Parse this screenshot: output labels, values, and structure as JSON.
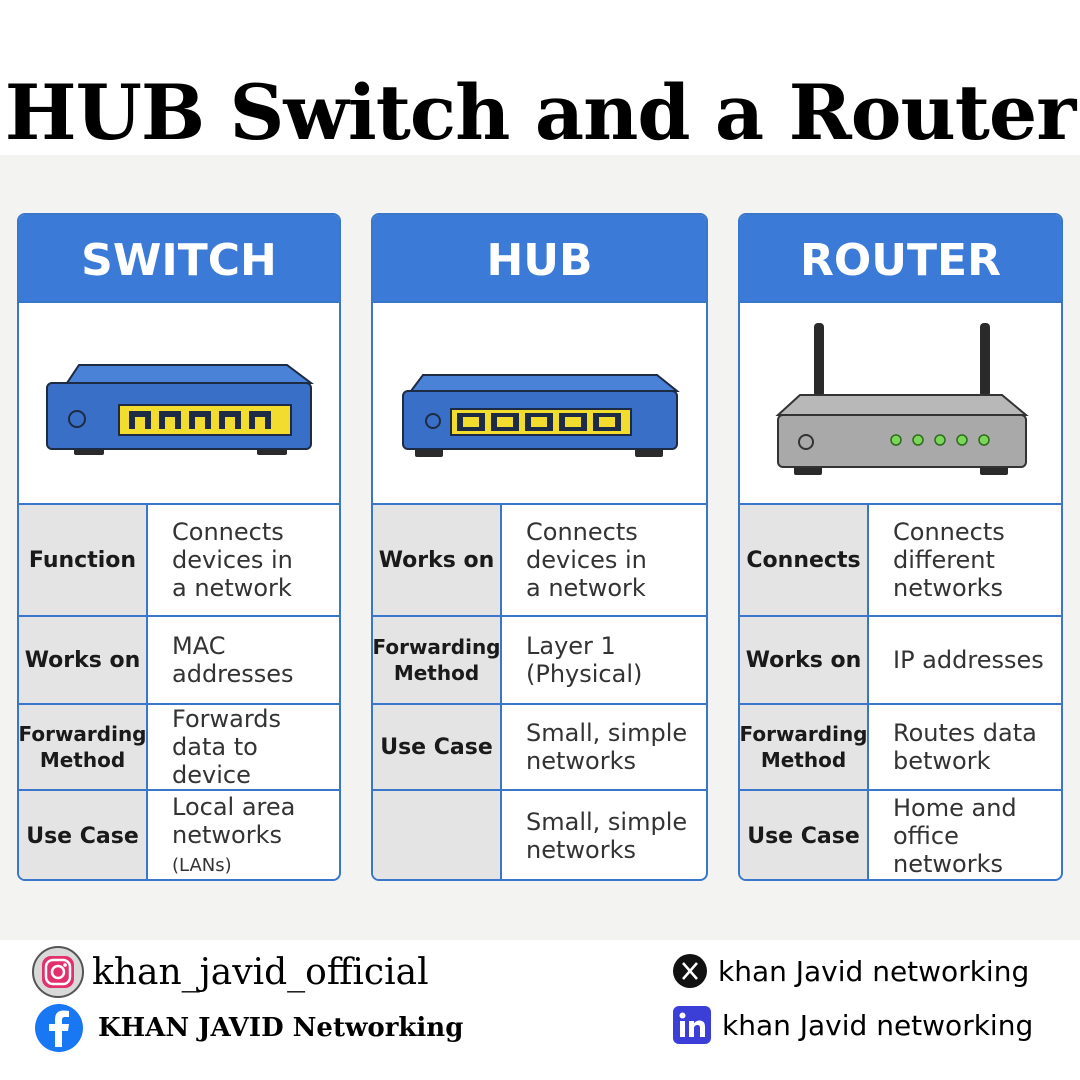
{
  "title": "HUB Switch and a Router",
  "cards": [
    {
      "header": "SWITCH",
      "device": "switch-icon",
      "rows": [
        {
          "label": "Function",
          "value": "Connects\ndevices in\na network"
        },
        {
          "label": "Works on",
          "value": "MAC\naddresses"
        },
        {
          "label": "Forwarding\nMethod",
          "value": "Forwards\ndata to device"
        },
        {
          "label": "Use Case",
          "value": "Local area\nnetworks",
          "value_suffix": "(LANs)"
        }
      ]
    },
    {
      "header": "HUB",
      "device": "hub-icon",
      "rows": [
        {
          "label": "Works on",
          "value": "Connects\ndevices in\na network"
        },
        {
          "label": "Forwarding\nMethod",
          "value": "Layer 1\n(Physical)"
        },
        {
          "label": "Use Case",
          "value": "Small, simple\nnetworks"
        },
        {
          "label": "",
          "value": "Small, simple\nnetworks"
        }
      ]
    },
    {
      "header": "ROUTER",
      "device": "router-icon",
      "rows": [
        {
          "label": "Connects",
          "value": "Connects\ndifferent\nnetworks"
        },
        {
          "label": "Works on",
          "value": "IP addresses"
        },
        {
          "label": "Forwarding\nMethod",
          "value": "Routes data\nbetwork"
        },
        {
          "label": "Use Case",
          "value": "Home and\noffice networks"
        }
      ]
    }
  ],
  "footer": {
    "instagram": "khan_javid_official",
    "facebook": "KHAN JAVID Networking",
    "x": "khan Javid networking",
    "linkedin": "khan Javid networking"
  },
  "colors": {
    "header_blue": "#3b7ad6",
    "device_blue": "#3a6fc7",
    "port_yellow": "#f2dc2e",
    "led_green": "#7cd65a"
  }
}
